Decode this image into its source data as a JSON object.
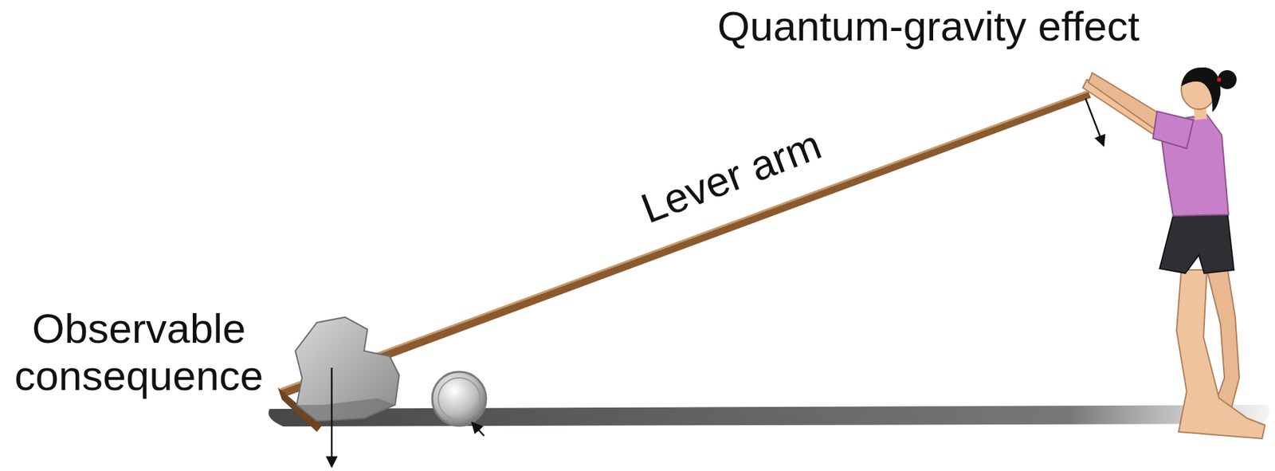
{
  "diagram": {
    "labels": [
      "Quantum-gravity effect",
      "Lever arm",
      "Observable consequence"
    ]
  }
}
